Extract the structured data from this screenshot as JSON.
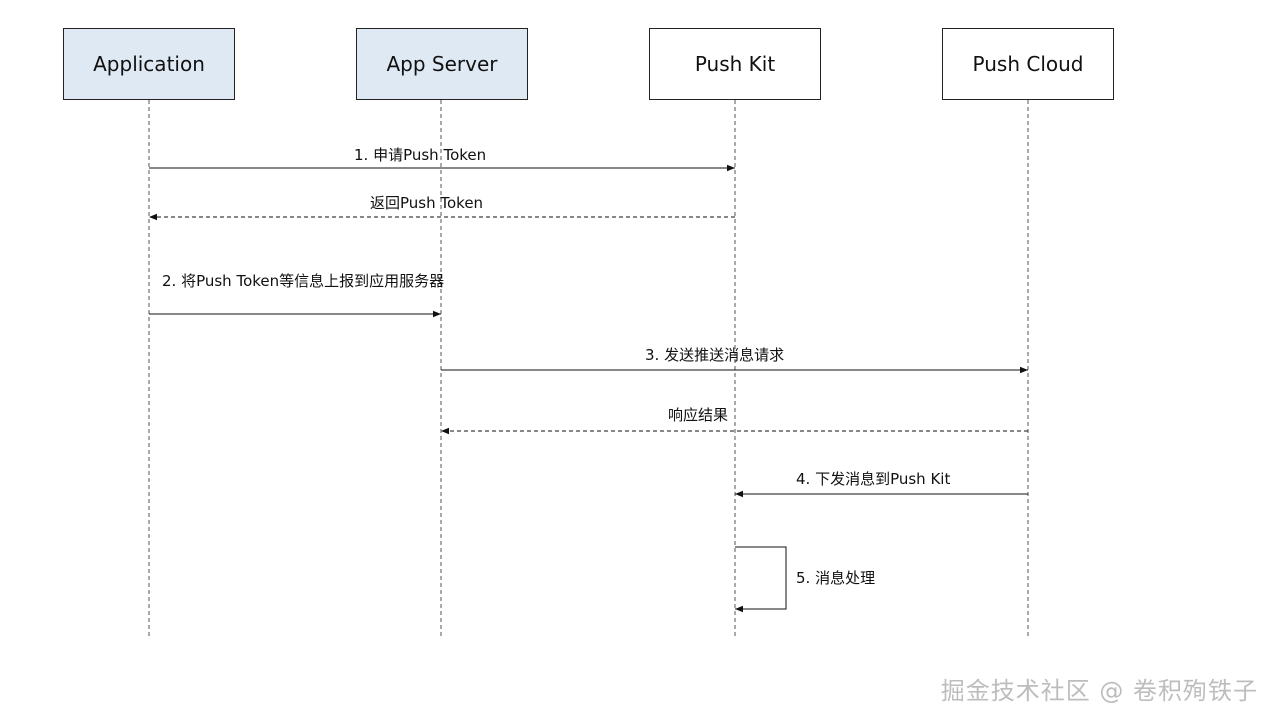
{
  "participants": [
    {
      "id": "app",
      "label": "Application",
      "fill": "#dfe9f4"
    },
    {
      "id": "server",
      "label": "App Server",
      "fill": "#dfe9f4"
    },
    {
      "id": "kit",
      "label": "Push Kit",
      "fill": "#ffffff"
    },
    {
      "id": "cloud",
      "label": "Push Cloud",
      "fill": "#ffffff"
    }
  ],
  "messages": [
    {
      "id": "m1",
      "from": "app",
      "to": "kit",
      "style": "solid",
      "label": "1. 申请Push Token"
    },
    {
      "id": "m2",
      "from": "kit",
      "to": "app",
      "style": "dashed",
      "label": "返回Push Token"
    },
    {
      "id": "m3",
      "from": "app",
      "to": "server",
      "style": "solid",
      "label": "2. 将Push Token等信息上报到应用服务器"
    },
    {
      "id": "m4",
      "from": "server",
      "to": "cloud",
      "style": "solid",
      "label": "3. 发送推送消息请求"
    },
    {
      "id": "m5",
      "from": "cloud",
      "to": "server",
      "style": "dashed",
      "label": "响应结果"
    },
    {
      "id": "m6",
      "from": "cloud",
      "to": "kit",
      "style": "solid",
      "label": "4. 下发消息到Push Kit"
    },
    {
      "id": "m7",
      "from": "kit",
      "to": "kit",
      "style": "solid",
      "label": "5. 消息处理"
    }
  ],
  "watermark": "掘金技术社区 @ 卷积殉铁子"
}
